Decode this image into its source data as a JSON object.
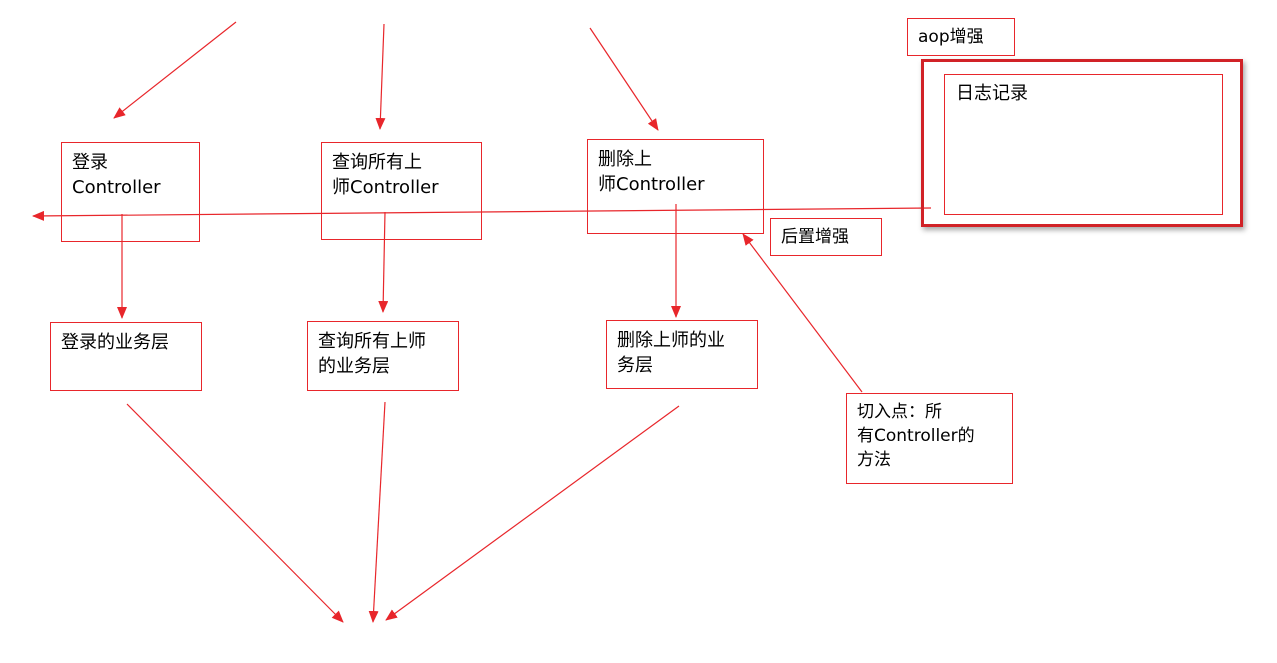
{
  "boxes": {
    "login_controller": "登录\nController",
    "query_controller": "查询所有上\n师Controller",
    "delete_controller": "删除上\n师Controller",
    "login_service": "登录的业务层",
    "query_service": "查询所有上师\n的业务层",
    "delete_service": "删除上师的业\n务层",
    "aop_enhance": "aop增强",
    "log_record": "日志记录",
    "after_advice": "后置增强",
    "pointcut": "切入点：所\n有Controller的\n方法"
  },
  "colors": {
    "stroke": "#e8262b",
    "highlight": "#d12227"
  }
}
